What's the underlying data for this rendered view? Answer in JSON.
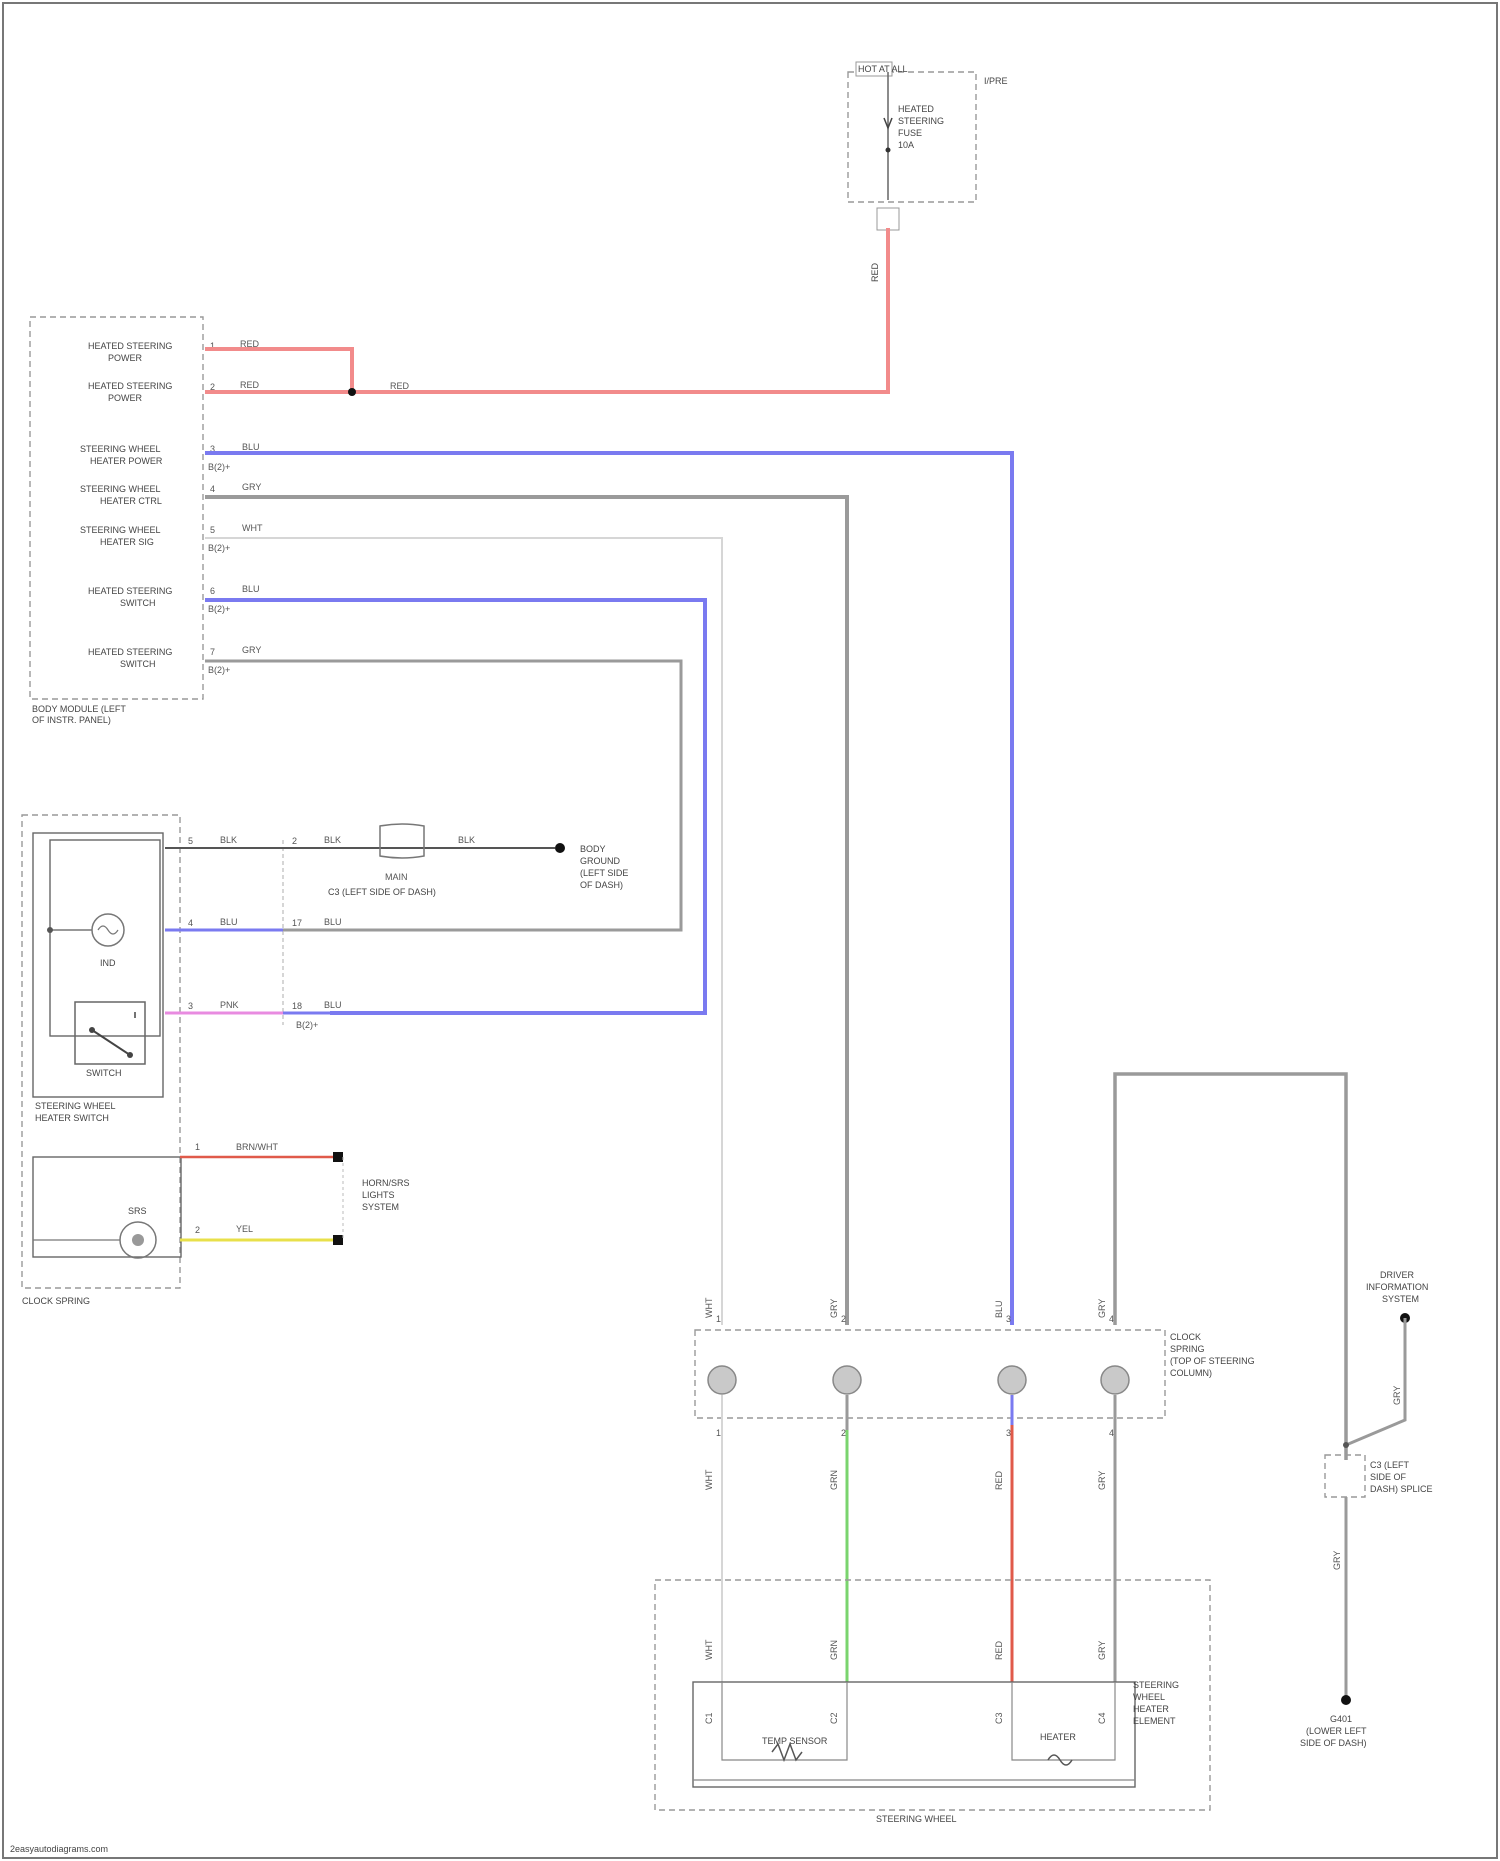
{
  "colors": {
    "red": "#f28b8b",
    "blue": "#7a7af0",
    "gray": "#9a9a9a",
    "light_gray": "#cfcfcf",
    "pink": "#e88be0",
    "yellow": "#e8e04a",
    "green": "#7ad46e",
    "dark_red": "#e05a4a"
  },
  "fuse": {
    "tag": "HOT AT ALL",
    "label_1": "HEATED",
    "label_2": "STEERING",
    "label_3": "FUSE",
    "label_4": "10A",
    "side": "I/PRE",
    "wire": "RED"
  },
  "control_module": {
    "title_1": "BODY MODULE (LEFT",
    "title_2": "OF INSTR. PANEL)",
    "pins": [
      {
        "line1": "HEATED STEERING",
        "line2": "POWER",
        "num": "1",
        "wire": "RED"
      },
      {
        "line1": "HEATED STEERING",
        "line2": "POWER",
        "num": "2",
        "wire": "RED"
      },
      {
        "line1": "STEERING WHEEL",
        "line2": "HEATER POWER",
        "num": "3",
        "wire": "BLU",
        "sub": "B(2)+"
      },
      {
        "line1": "STEERING WHEEL",
        "line2": "HEATER CTRL",
        "num": "4",
        "wire": "GRY"
      },
      {
        "line1": "STEERING WHEEL",
        "line2": "HEATER SIG",
        "num": "5",
        "wire": "WHT",
        "sub": "B(2)+"
      },
      {
        "line1": "HEATED STEERING",
        "line2": "SWITCH",
        "num": "6",
        "wire": "BLU",
        "sub": "B(2)+"
      },
      {
        "line1": "HEATED STEERING",
        "line2": "SWITCH",
        "num": "7",
        "wire": "GRY",
        "sub": "B(2)+"
      }
    ],
    "splice": "RED"
  },
  "switch_assy": {
    "title_1": "STEERING WHEEL",
    "title_2": "HEATER SWITCH",
    "led": "IND",
    "switch": "SWITCH",
    "pins": [
      {
        "a": "5",
        "wire": "BLK",
        "b": "2",
        "wire2": "BLK"
      },
      {
        "a": "4",
        "wire": "BLU",
        "b": "17",
        "wire2": "BLU"
      },
      {
        "a": "3",
        "wire": "PNK",
        "b": "18",
        "wire2": "BLU"
      }
    ],
    "connector_label": "C3 (LEFT SIDE OF DASH)",
    "sub_label": "B(2)+",
    "relay_label": "MAIN",
    "relay_wire": "BLK",
    "ground_1": "BODY",
    "ground_2": "GROUND",
    "ground_3": "(LEFT SIDE",
    "ground_4": "OF DASH)"
  },
  "clock_spring": {
    "title": "CLOCK SPRING",
    "pins": [
      {
        "num": "1",
        "wire": "BRN/WHT"
      },
      {
        "num": "2",
        "wire": "YEL"
      }
    ],
    "right_1": "HORN/SRS",
    "right_2": "LIGHTS",
    "right_3": "SYSTEM",
    "mid": "SRS"
  },
  "steering_column": {
    "title_1": "CLOCK",
    "title_2": "SPRING",
    "title_3": "(TOP OF STEERING",
    "title_4": "COLUMN)",
    "top_wires": [
      "WHT",
      "GRY",
      "BLU",
      "GRY"
    ],
    "bottom_wires": [
      "WHT",
      "GRN",
      "RED",
      "GRY"
    ],
    "top_pins": [
      "1",
      "2",
      "3",
      "4"
    ],
    "bottom_pins": [
      "1",
      "2",
      "3",
      "4"
    ]
  },
  "heater_element": {
    "title_1": "STEERING",
    "title_2": "WHEEL",
    "title_3": "HEATER",
    "title_4": "ELEMENT",
    "panel_label": "STEERING WHEEL",
    "resistor": "TEMP SENSOR",
    "heater": "HEATER",
    "pins_top": [
      "WHT",
      "GRN",
      "RED",
      "GRY"
    ],
    "pins_bottom": [
      "C1",
      "C2",
      "C3",
      "C4"
    ]
  },
  "right_side": {
    "module_1": "DRIVER",
    "module_2": "INFORMATION",
    "module_3": "SYSTEM",
    "splice_1": "C3 (LEFT",
    "splice_2": "SIDE OF",
    "splice_3": "DASH) SPLICE",
    "wire_top": "GRY",
    "wire_bot": "GRY",
    "ground_1": "G401",
    "ground_2": "(LOWER LEFT",
    "ground_3": "SIDE OF DASH)"
  },
  "footer": "2easyautodiagrams.com"
}
